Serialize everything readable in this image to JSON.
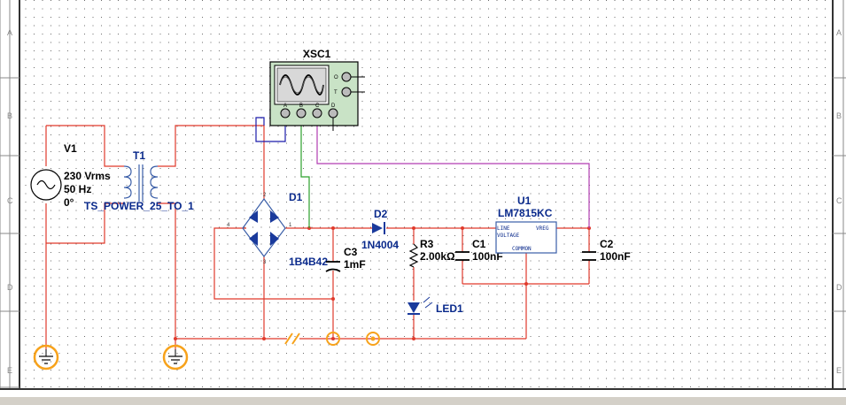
{
  "instruments": {
    "scope": {
      "ref": "XSC1",
      "trigger_pins": [
        "O",
        "T"
      ],
      "channel_pins": [
        "A",
        "B",
        "C",
        "D"
      ]
    }
  },
  "components": {
    "v1": {
      "ref": "V1",
      "value": "230 Vrms",
      "freq": "50 Hz",
      "phase": "0°"
    },
    "t1": {
      "ref": "T1",
      "model": "TS_POWER_25_TO_1"
    },
    "d1": {
      "ref": "D1",
      "model": "1B4B42",
      "pins": [
        "1",
        "2",
        "3",
        "4"
      ]
    },
    "d2": {
      "ref": "D2",
      "model": "1N4004"
    },
    "c3": {
      "ref": "C3",
      "value": "1mF"
    },
    "r3": {
      "ref": "R3",
      "value": "2.00kΩ"
    },
    "led1": {
      "ref": "LED1"
    },
    "c1": {
      "ref": "C1",
      "value": "100nF"
    },
    "c2": {
      "ref": "C2",
      "value": "100nF"
    },
    "u1": {
      "ref": "U1",
      "model": "LM7815KC",
      "pin_line": "LINE",
      "pin_voltage": "VOLTAGE",
      "pin_vreg": "VREG",
      "pin_common": "COMMON"
    }
  },
  "border": {
    "rows": [
      "A",
      "B",
      "C",
      "D",
      "E"
    ]
  },
  "colors": {
    "wire": "#e0392b",
    "probe_b": "#2ca02c",
    "probe_c": "#b23cb2",
    "ground": "#f7a21b",
    "labels": "#0a2a8c",
    "scope_body": "#c9e3c6"
  },
  "statusbar": {
    "text": ""
  }
}
